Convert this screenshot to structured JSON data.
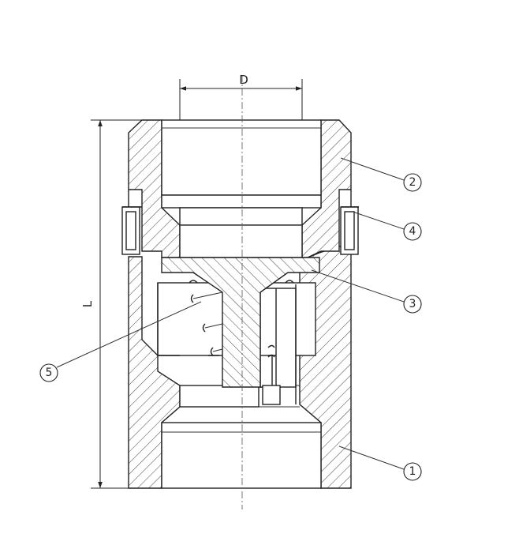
{
  "dimensions": {
    "diameter_label": "D",
    "length_label": "L"
  },
  "callouts": [
    {
      "id": "1"
    },
    {
      "id": "2"
    },
    {
      "id": "3"
    },
    {
      "id": "4"
    },
    {
      "id": "5"
    }
  ]
}
